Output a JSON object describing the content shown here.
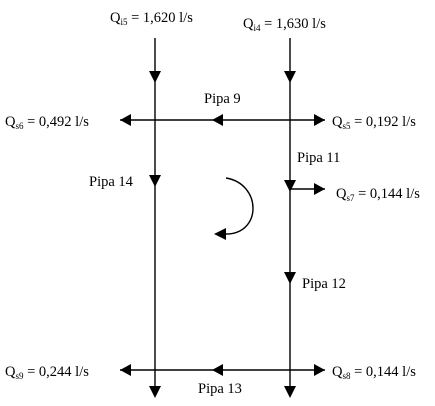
{
  "flows": {
    "qi5": {
      "symbol": "Q",
      "sub": "i5",
      "value": " = 1,620 l/s"
    },
    "qi4": {
      "symbol": "Q",
      "sub": "i4",
      "value": " = 1,630 l/s"
    },
    "qs6": {
      "symbol": "Q",
      "sub": "s6",
      "value": " = 0,492 l/s"
    },
    "qs5": {
      "symbol": "Q",
      "sub": "s5",
      "value": " = 0,192 l/s"
    },
    "qs7": {
      "symbol": "Q",
      "sub": "s7",
      "value": " = 0,144 l/s"
    },
    "qs9": {
      "symbol": "Q",
      "sub": "s9",
      "value": " = 0,244 l/s"
    },
    "qs8": {
      "symbol": "Q",
      "sub": "s8",
      "value": " = 0,144 l/s"
    }
  },
  "pipes": {
    "pipa9": "Pipa 9",
    "pipa11": "Pipa 11",
    "pipa12": "Pipa 12",
    "pipa13": "Pipa 13",
    "pipa14": "Pipa 14"
  },
  "loop_direction": "clockwise"
}
